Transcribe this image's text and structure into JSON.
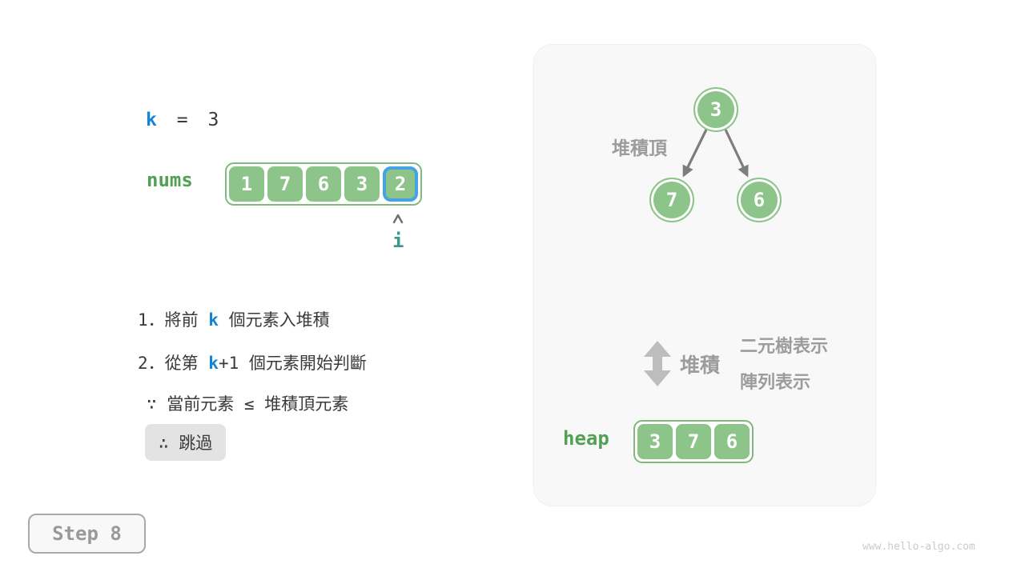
{
  "colors": {
    "green-fill": "#8DC48A",
    "green-border": "#7FB97B",
    "green-text": "#52A053",
    "blue-text": "#1583D6",
    "blue-highlight": "#47A2E3",
    "teal-text": "#38998C",
    "dark-text": "#3A3A3A",
    "gray-text": "#9C9C9C",
    "arrow-gray": "#7D7D7D",
    "icon-gray": "#BDBDBD",
    "panel-bg": "#F8F8F9",
    "panel-border": "#EFEFEF",
    "box-gray": "#E3E3E3",
    "step-border": "#A9A9A9",
    "watermark": "#CBCBCB"
  },
  "left": {
    "k_line": {
      "k": "k",
      "equals": "=",
      "value": "3"
    },
    "nums": {
      "label": "nums",
      "values": [
        "1",
        "7",
        "6",
        "3",
        "2"
      ],
      "highlight_index": 4
    },
    "pointer_label": "i",
    "steps": [
      {
        "pre": "1．將前 ",
        "hl": "k",
        "post": " 個元素入堆積"
      },
      {
        "pre": "2．從第 ",
        "hl": "k",
        "post": "+1 個元素開始判斷"
      }
    ],
    "because": "∵ 當前元素 ≤ 堆積頂元素",
    "therefore": "∴ 跳過"
  },
  "panel": {
    "tree": {
      "top_label": "堆積頂",
      "root": "3",
      "left_child": "7",
      "right_child": "6"
    },
    "legend": {
      "swap_label": "堆積",
      "tree_repr": "二元樹表示",
      "array_repr": "陣列表示"
    },
    "heap": {
      "label": "heap",
      "values": [
        "3",
        "7",
        "6"
      ]
    }
  },
  "footer": {
    "step_label": "Step 8",
    "watermark": "www.hello-algo.com"
  }
}
